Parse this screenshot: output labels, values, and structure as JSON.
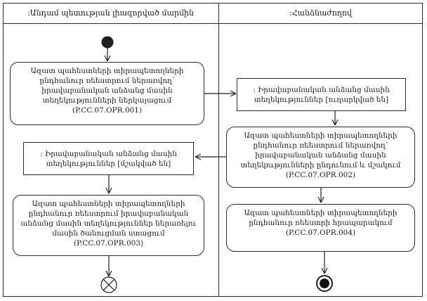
{
  "diagram": {
    "lanes": [
      {
        "title": ":Անդամ պետության լիազորված մարմին"
      },
      {
        "title": ":Հանձնաժողով"
      }
    ],
    "nodes": {
      "action1": "Ազատ պահեստների տիրապետողների ընդհանուր ռեեստրում ներառվող՝ իրավաբանական անձանց մասին տեղեկությունների ներկայացում (P.CC.07.OPR.001)",
      "object_sent": ": Իրավաբանական անձանց մասին տեղեկություններ [ուղարկված են]",
      "action2": "Ազատ պահեստների տիրապետողների ընդհանուր ռեեստրում ներառվող՝ իրավաբանական անձանց մասին տեղեկությունների ընդունում և մշակում (P.CC.07.OPR.002)",
      "object_processed": ": Իրավաբանական անձանց մասին տեղեկություններ [մշակված են]",
      "action3": "Ազատ պահեստների տիրապետողների ընդհանուր ռեեստրում իրավաբանական անձանց մասին տեղեկություններ ներառելու մասին ծանուցման ստացում (P.CC.07.OPR.003)",
      "action4": "Ազատ պահեստների տիրապետողների ընդհանուր ռեեստրի հրապարակում (P.CC.07.OPR.004)"
    },
    "symbols": {
      "initial_node": "filled-circle",
      "flow_final_node": "circled-x",
      "activity_final_node": "bullseye"
    },
    "colors": {
      "line": "#1f1f1f",
      "background": "#ffffff"
    }
  }
}
